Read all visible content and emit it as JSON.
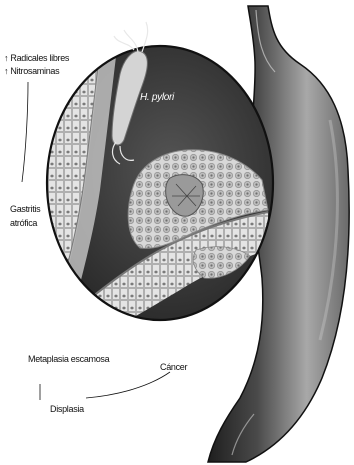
{
  "labels": {
    "free_radicals": "↑ Radicales libres",
    "nitrosamines": "↑ Nitrosaminas",
    "atrophic_gastritis_line1": "Gastritis",
    "atrophic_gastritis_line2": "atrófica",
    "h_pylori": "H. pylori",
    "squamous_metaplasia": "Metaplasia escamosa",
    "dysplasia": "Displasia",
    "cancer": "Cáncer"
  },
  "colors": {
    "stomach_dark": "#1e1e1e",
    "stomach_light": "#a8a8a8",
    "lumen_dark": "#3a3a3a",
    "cells": "#d2d2d2",
    "bacterium": "#cfcfcf"
  }
}
